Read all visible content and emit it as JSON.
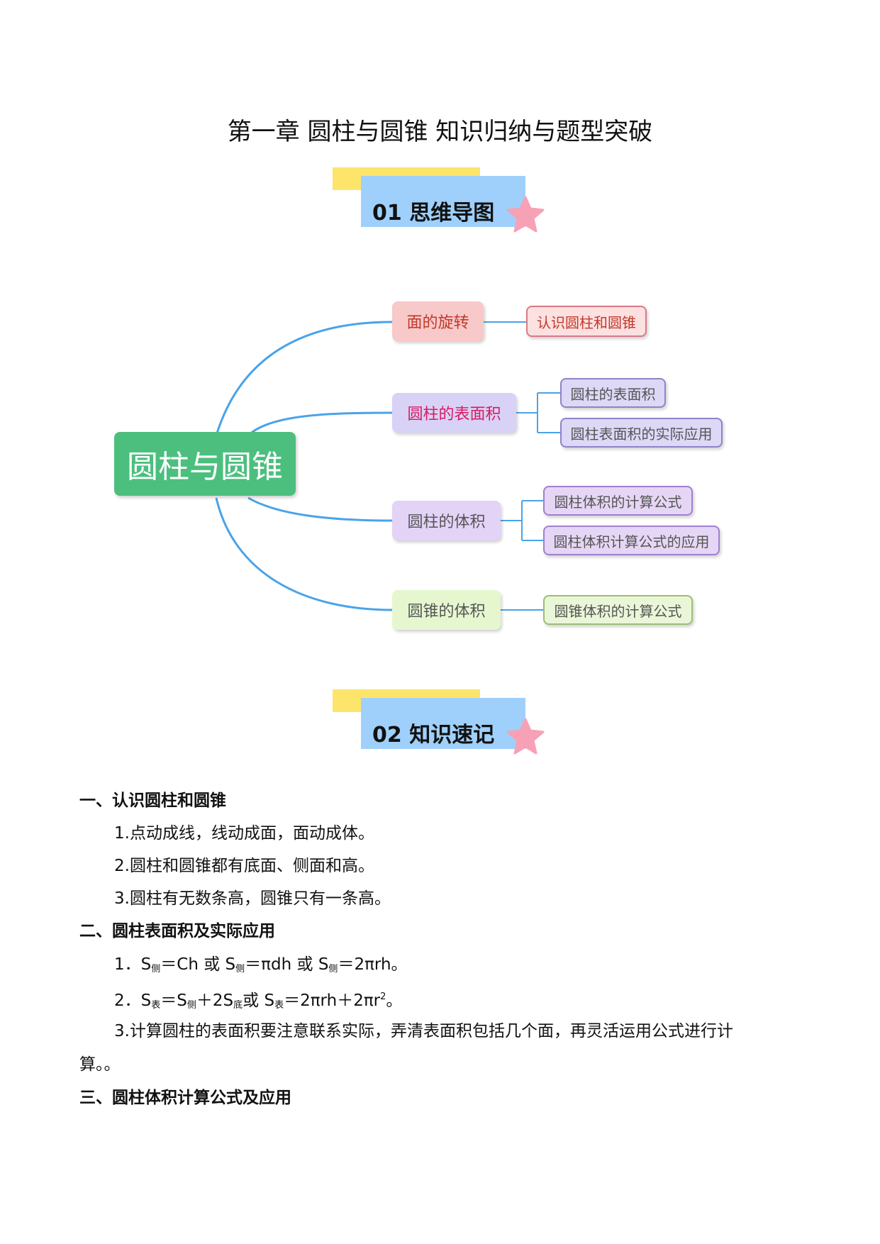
{
  "document": {
    "title": "第一章  圆柱与圆锥  知识归纳与题型突破"
  },
  "banners": [
    {
      "label": "01  思维导图"
    },
    {
      "label": "02  知识速记"
    }
  ],
  "mindmap": {
    "root": "圆柱与圆锥",
    "branches": [
      {
        "label": "面的旋转",
        "children": [
          "认识圆柱和圆锥"
        ]
      },
      {
        "label": "圆柱的表面积",
        "children": [
          "圆柱的表面积",
          "圆柱表面积的实际应用"
        ]
      },
      {
        "label": "圆柱的体积",
        "children": [
          "圆柱体积的计算公式",
          "圆柱体积计算公式的应用"
        ]
      },
      {
        "label": "圆锥的体积",
        "children": [
          "圆锥体积的计算公式"
        ]
      }
    ],
    "colors": {
      "root_bg": "#4cbf7e",
      "line": "#4aa3e8",
      "branch1_bg": "#f8c9c9",
      "branch1_text": "#c0392b",
      "branch2_bg": "#d9d2f7",
      "branch2_text": "#d81b60",
      "branch3_bg": "#e3d3f7",
      "branch3_text": "#555555",
      "branch4_bg": "#e6f7cf",
      "branch4_text": "#555555"
    }
  },
  "sections": [
    {
      "heading": "一、认识圆柱和圆锥",
      "items": [
        "1.点动成线，线动成面，面动成体。",
        "2.圆柱和圆锥都有底面、侧面和高。",
        "3.圆柱有无数条高，圆锥只有一条高。"
      ]
    },
    {
      "heading": "二、圆柱表面积及实际应用",
      "formula1": {
        "prefix": "1．",
        "s": "S",
        "ce": "侧",
        "eq_ch": "＝Ch 或 ",
        "eq_pidh": "＝πdh 或 ",
        "eq_2pirh": "＝2πrh。"
      },
      "formula2": {
        "prefix": "2．",
        "s": "S",
        "biao": "表",
        "ce": "侧",
        "di": "底",
        "eq_s": "＝S",
        "plus_2s": "＋2S",
        "huo": "或 S",
        "eq_full": "＝2πrh＋2πr",
        "sq": "2",
        "end": "。"
      },
      "item3_line1": "3.计算圆柱的表面积要注意联系实际，弄清表面积包括几个面，再灵活运用公式进行计",
      "item3_line2": "算。。"
    },
    {
      "heading": "三、圆柱体积计算公式及应用"
    }
  ]
}
